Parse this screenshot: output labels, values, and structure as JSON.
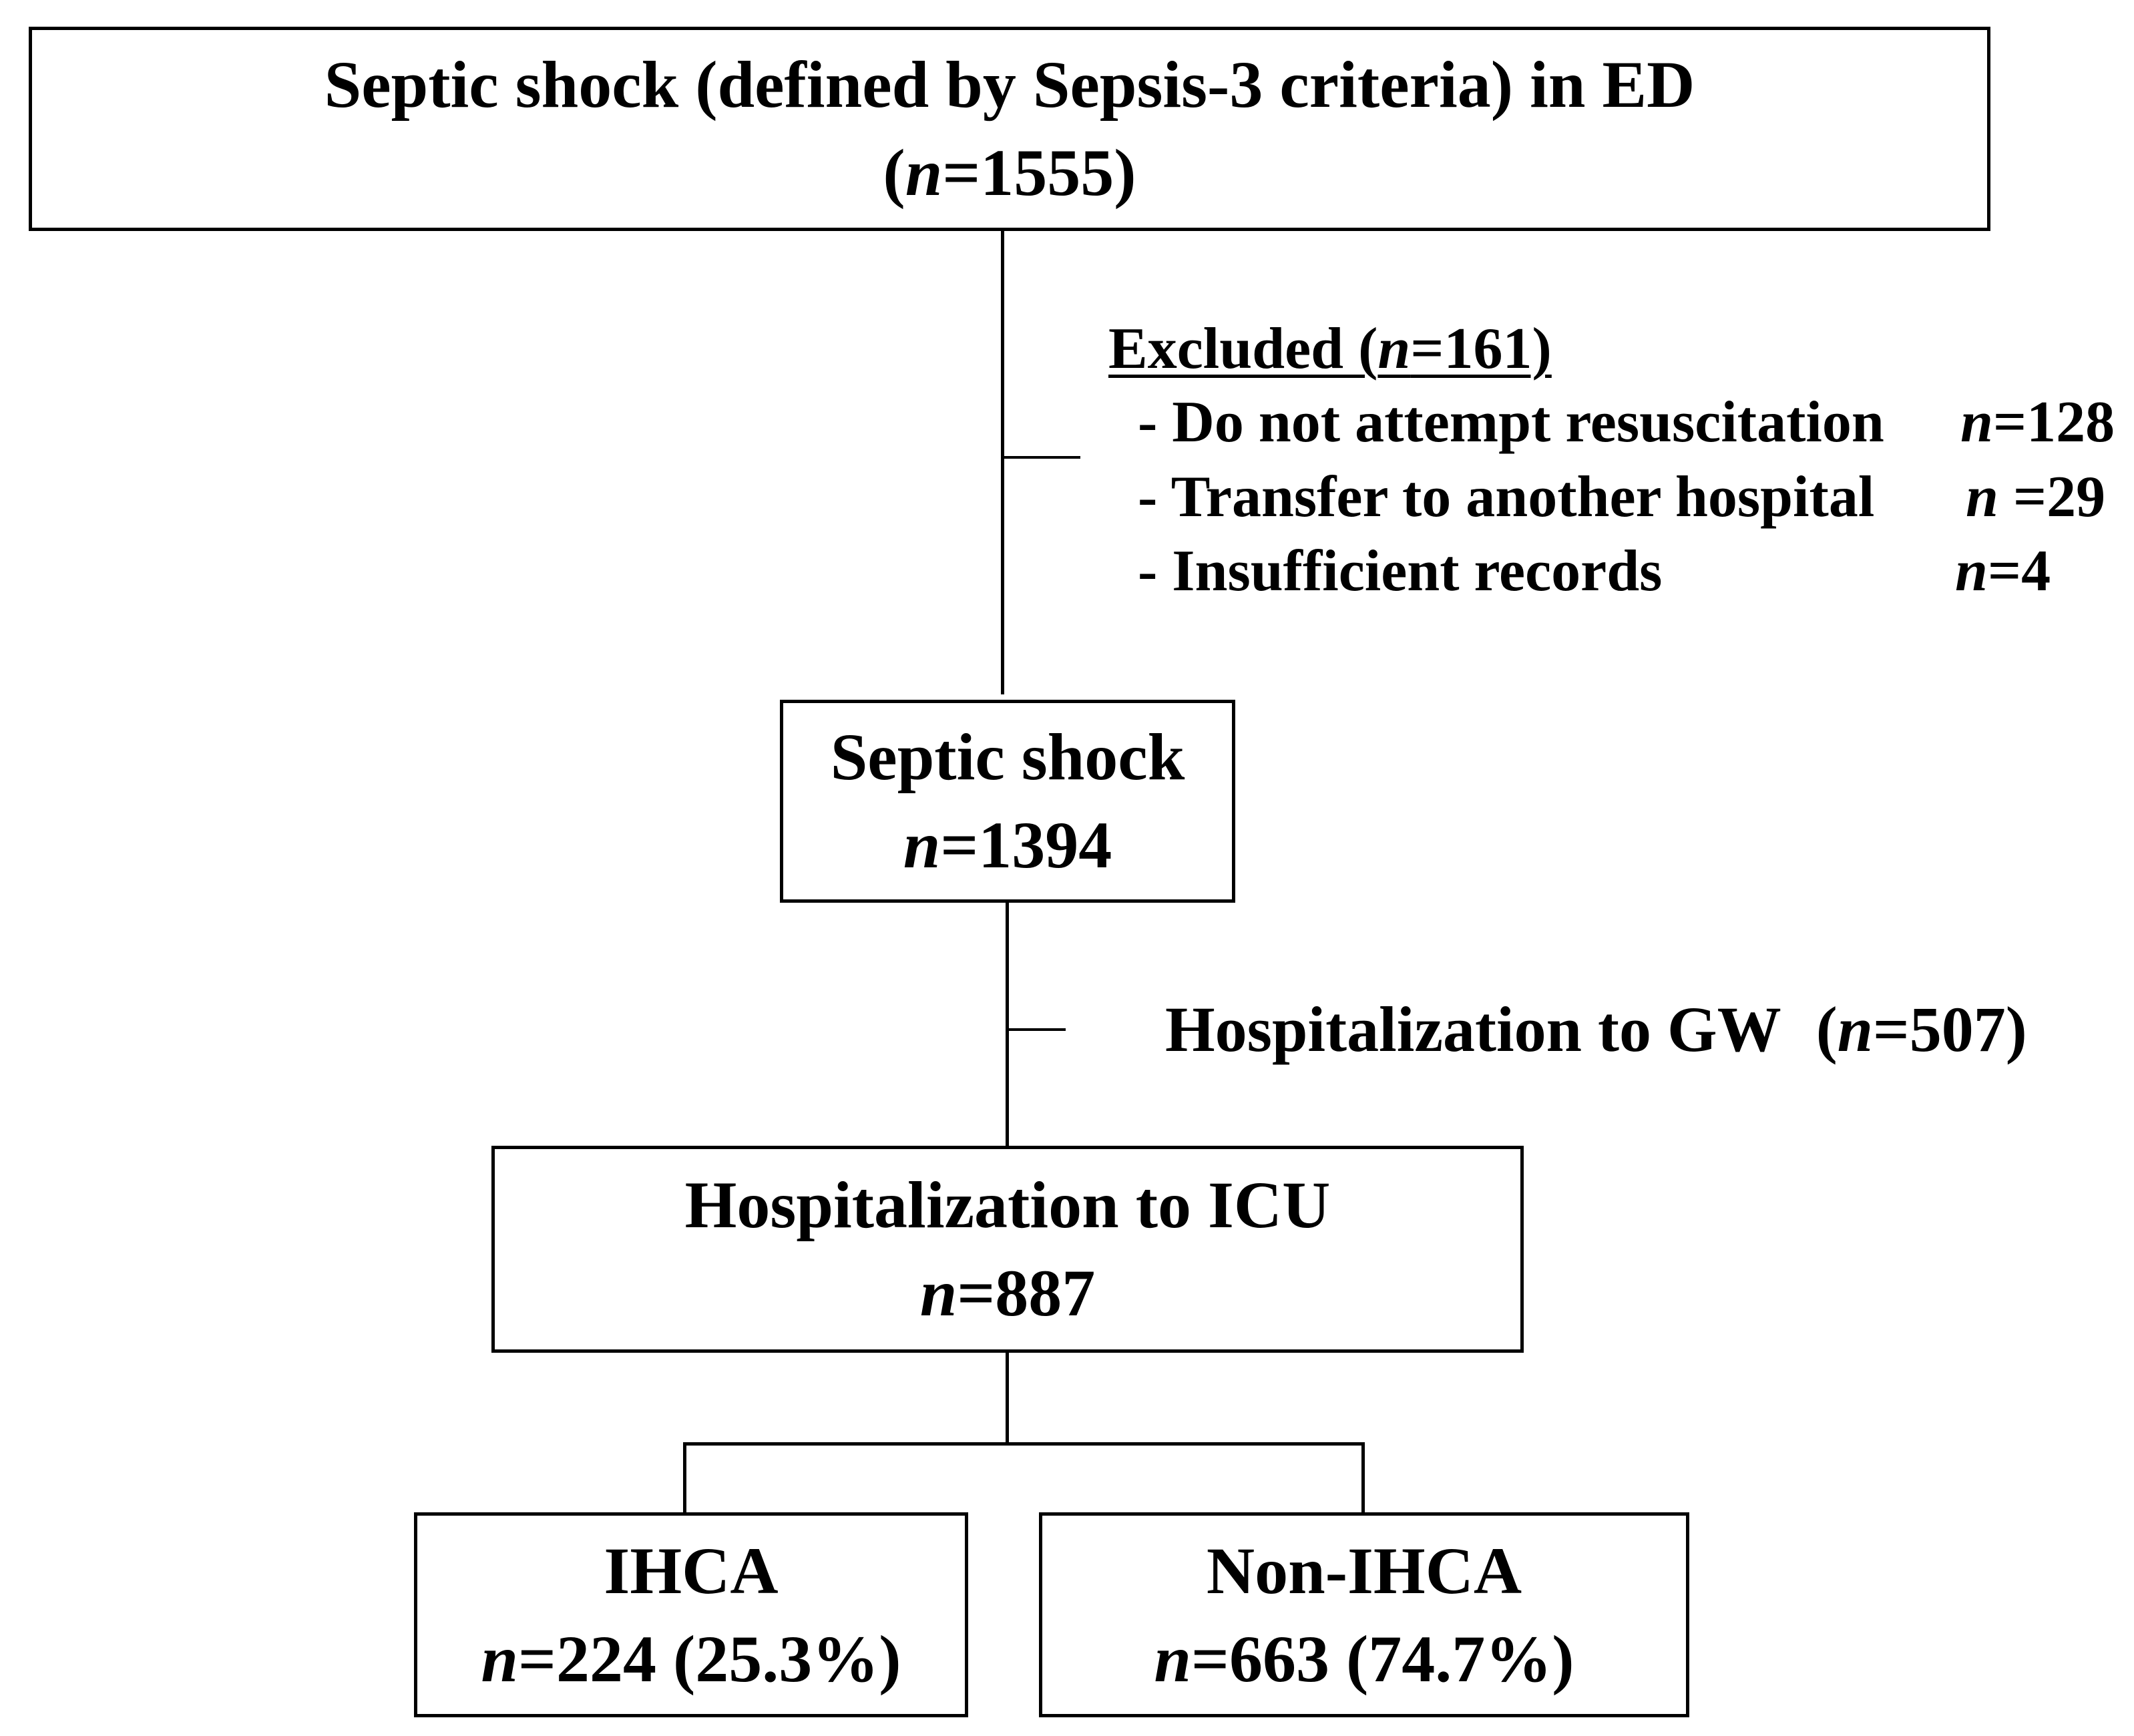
{
  "nodes": {
    "top": {
      "title": "Septic shock (defined by Sepsis-3 criteria) in ED",
      "n_prefix": "(",
      "n_label": "n",
      "n_value": "=1555)"
    },
    "septic": {
      "title": "Septic shock",
      "n_label": "n",
      "n_value": "=1394"
    },
    "icu": {
      "title": "Hospitalization to ICU",
      "n_label": "n",
      "n_value": "=887"
    },
    "ihca": {
      "title": "IHCA",
      "n_label": "n",
      "n_value": "=224 (25.3%)"
    },
    "non_ihca": {
      "title": "Non-IHCA",
      "n_label": "n",
      "n_value": "=663 (74.7%)"
    }
  },
  "excluded": {
    "title_prefix": "Excluded (",
    "title_n": "n",
    "title_suffix": "=161)",
    "items": [
      {
        "label": "- Do not attempt resuscitation",
        "n_label": "n",
        "n_value": "=128"
      },
      {
        "label": "- Transfer to another hospital",
        "n_label": "n",
        "n_value": " =29"
      },
      {
        "label": "- Insufficient records",
        "n_label": "n",
        "n_value": "=4"
      }
    ]
  },
  "gw": {
    "label": "Hospitalization to GW",
    "n_prefix": "(",
    "n_label": "n",
    "n_value": "=507)"
  }
}
